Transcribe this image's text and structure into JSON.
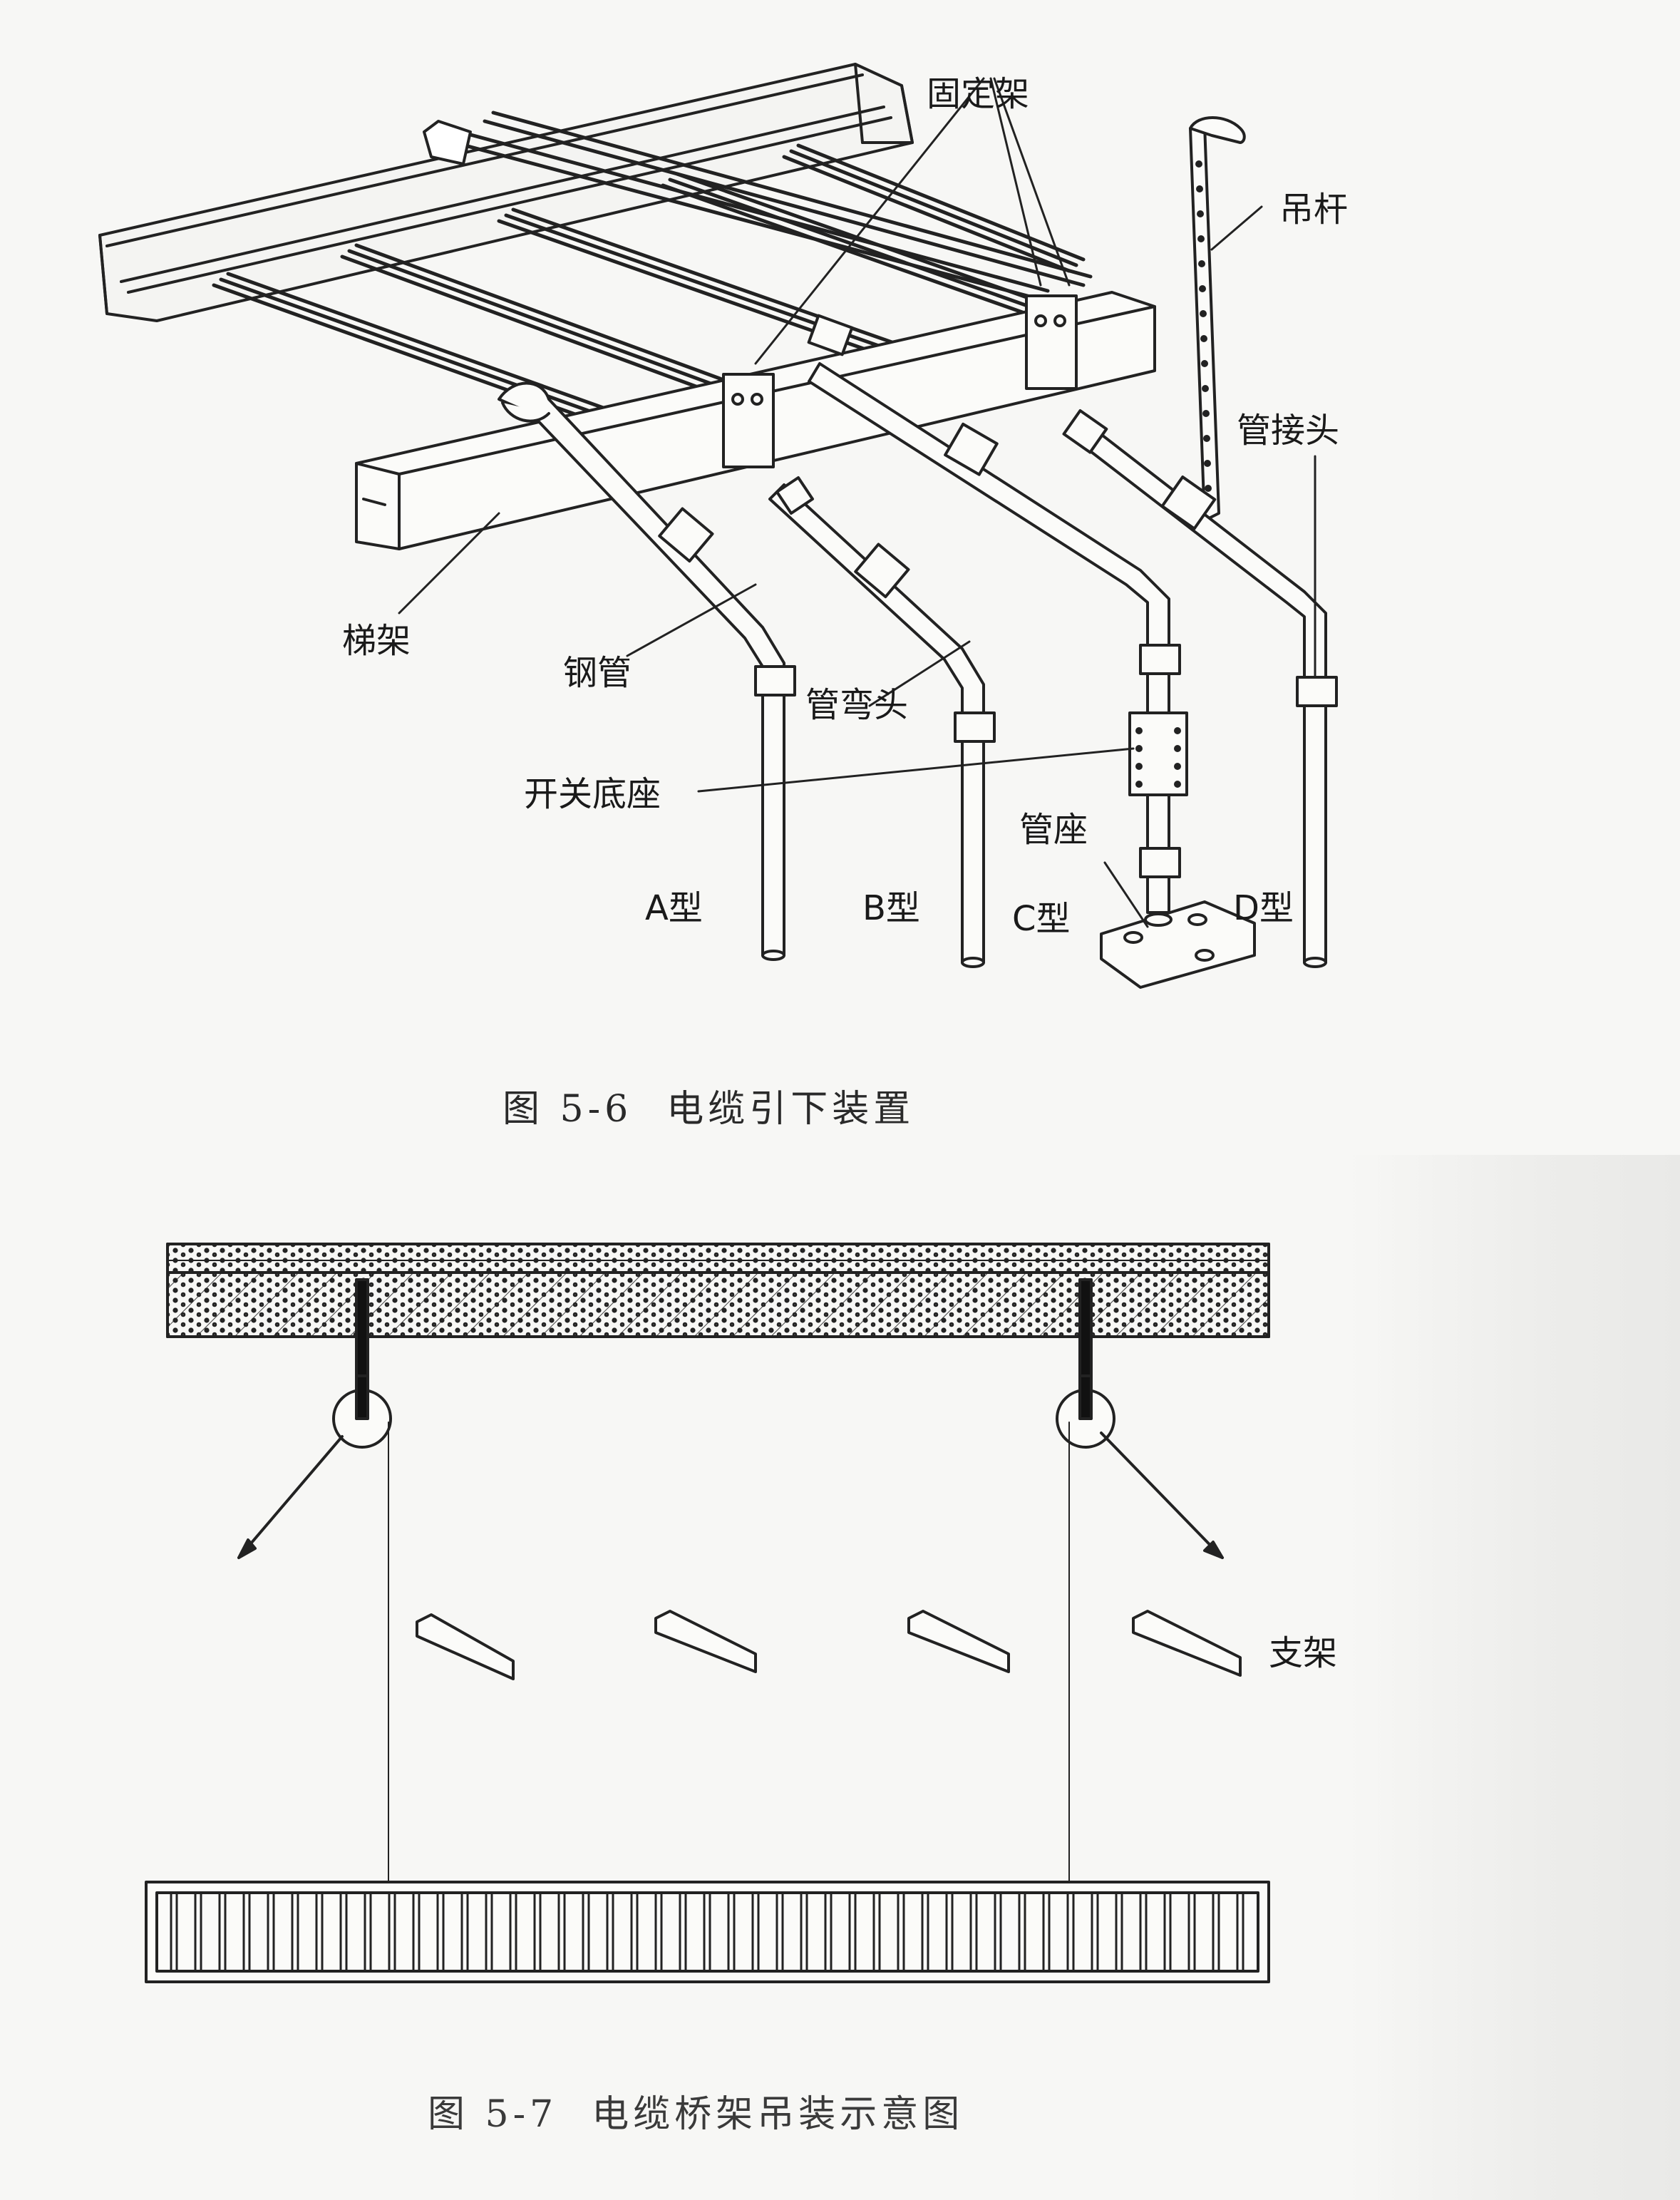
{
  "figure_5_6": {
    "caption_number": "图 5-6",
    "caption_title": "电缆引下装置",
    "labels": {
      "fixing_frame": "固定架",
      "hanger_rod": "吊杆",
      "pipe_joint": "管接头",
      "ladder_frame": "梯架",
      "steel_pipe": "钢管",
      "pipe_elbow": "管弯头",
      "switch_base": "开关底座",
      "pipe_seat": "管座",
      "type_a": "A型",
      "type_b": "B型",
      "type_c": "C型",
      "type_d": "D型"
    }
  },
  "figure_5_7": {
    "caption_number": "图 5-7",
    "caption_title": "电缆桥架吊装示意图",
    "labels": {
      "bracket": "支架"
    }
  }
}
